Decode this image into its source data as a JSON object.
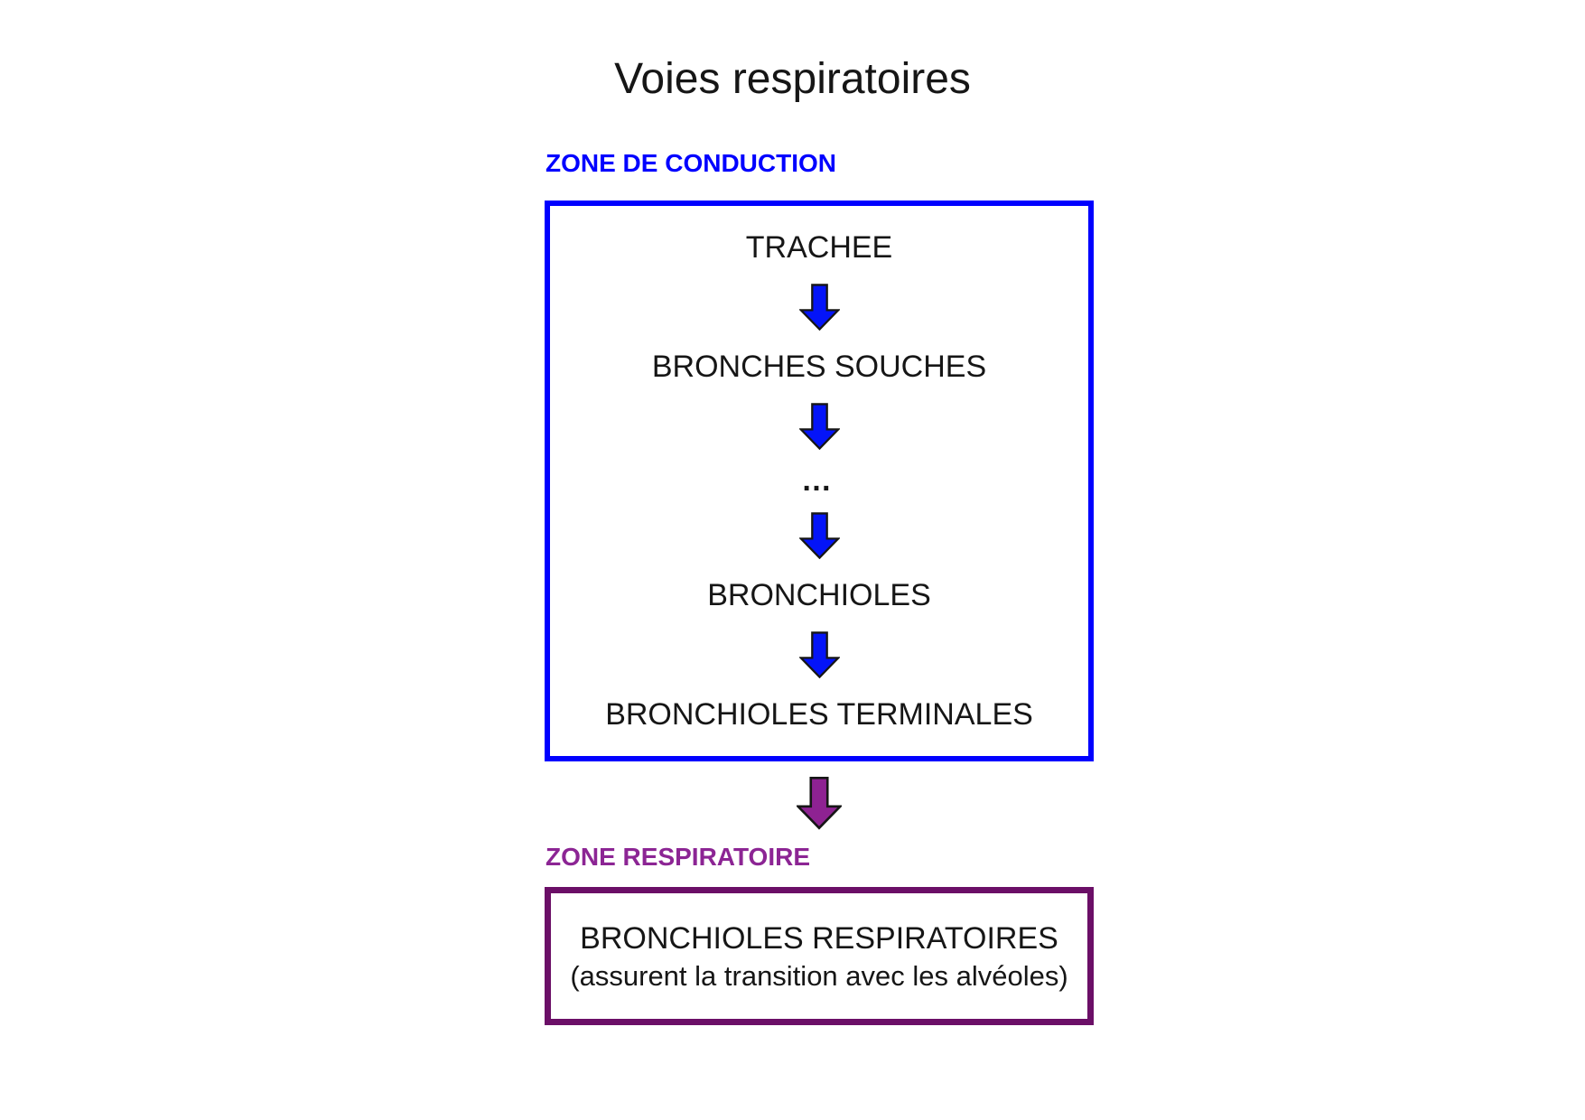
{
  "title": "Voies respiratoires",
  "conduction_zone": {
    "label": "ZONE DE CONDUCTION",
    "steps": [
      "TRACHEE",
      "BRONCHES SOUCHES",
      "…",
      "BRONCHIOLES",
      "BRONCHIOLES TERMINALES"
    ]
  },
  "respiratory_zone": {
    "label": "ZONE RESPIRATOIRE",
    "box_title": "BRONCHIOLES RESPIRATOIRES",
    "box_subtitle": "(assurent la transition avec les alvéoles)"
  },
  "icons": {
    "flow_arrow": "down-block-arrow"
  },
  "colors": {
    "blue": "#0000FF",
    "blue_arrow_fill": "#0414F8",
    "arrow_outline": "#161616",
    "purple_label": "#8C2594",
    "purple_border": "#6B0F67",
    "purple_arrow_fill": "#8E2292",
    "text": "#161616",
    "background": "#FFFFFF"
  }
}
